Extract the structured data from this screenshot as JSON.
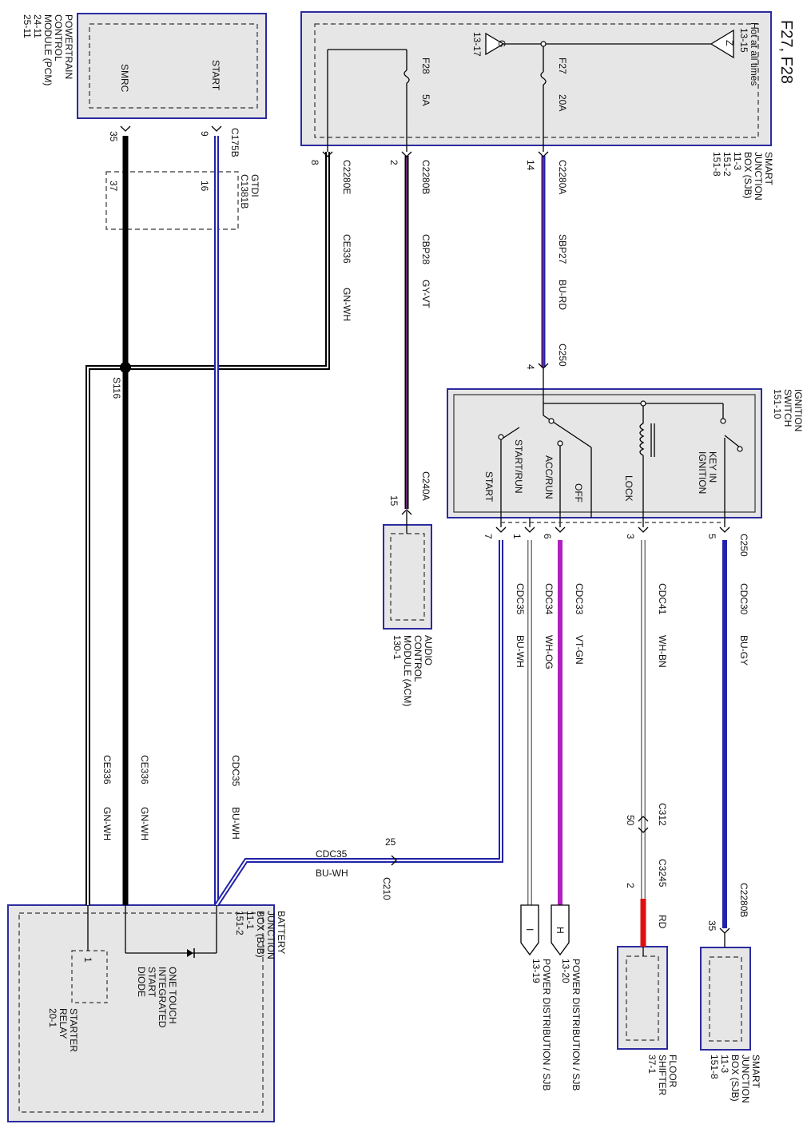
{
  "title": "F27, F28",
  "sjb_top": {
    "name_lines": [
      "SMART",
      "JUNCTION",
      "BOX (SJB)",
      "11-3",
      "151-2",
      "151-8"
    ],
    "hot_label": "Hot at all times",
    "hot_ref": "13-15",
    "hot_letter": "Z",
    "ground_letter": "G",
    "ground_ref": "13-17",
    "fuse_f28": "F28",
    "fuse_f28_amp": "5A",
    "fuse_f27": "F27",
    "fuse_f27_amp": "20A"
  },
  "pcm": {
    "name_lines": [
      "POWERTRAIN",
      "CONTROL",
      "MODULE (PCM)",
      "24-11",
      "25-11"
    ],
    "pin_start": "START",
    "pin_smrc": "SMRC",
    "connector": "C175B",
    "pin_9": "9",
    "pin_35": "35"
  },
  "gtdi": {
    "label": "GTDI",
    "connector": "C1381B",
    "pin_16": "16",
    "pin_37": "37"
  },
  "sjb_connectors": {
    "c2280e": "C2280E",
    "c2280e_pin": "8",
    "c2280b": "C2280B",
    "c2280b_pin": "2",
    "c2280a": "C2280A",
    "c2280a_pin": "14"
  },
  "wires": {
    "ce336_1": "CE336",
    "ce336_1_color": "GN-WH",
    "cbp28": "CBP28",
    "cbp28_color": "GY-VT",
    "sbp27": "SBP27",
    "sbp27_color": "BU-RD",
    "cdc30": "CDC30",
    "cdc30_color": "BU-GY",
    "cdc41": "CDC41",
    "cdc41_color": "WH-BN",
    "cdc33": "CDC33",
    "cdc33_color": "VT-GN",
    "cdc34": "CDC34",
    "cdc34_color": "WH-OG",
    "cdc35a": "CDC35",
    "cdc35a_color": "BU-WH",
    "cdc35b": "CDC35",
    "cdc35b_color": "BU-WH",
    "ce336_2": "CE336",
    "ce336_2_color": "GN-WH",
    "ce336_3": "CE336",
    "ce336_3_color": "GN-WH",
    "cdc35c": "CDC35",
    "cdc35c_color": "BU-WH",
    "rd": "RD"
  },
  "splice": "S116",
  "c250_top": "C250",
  "c250_top_pin": "4",
  "ignition": {
    "name_lines": [
      "IGNITION",
      "SWITCH",
      "151-10"
    ],
    "key_in": [
      "KEY IN",
      "IGNITION"
    ],
    "lock": "LOCK",
    "off": "OFF",
    "accrun": "ACC/RUN",
    "startrun": "START/RUN",
    "start": "START",
    "c250": "C250",
    "pin5": "5",
    "pin3": "3",
    "pin6": "6",
    "pin1": "1",
    "pin7": "7"
  },
  "acm": {
    "connector": "C240A",
    "pin": "15",
    "name_lines": [
      "AUDIO",
      "CONTROL",
      "MODULE (ACM)",
      "130-1"
    ]
  },
  "c312": "C312",
  "c312_pin": "50",
  "c3245": "C3245",
  "c3245_pin": "2",
  "c2280b_low": "C2280B",
  "c2280b_low_pin": "35",
  "c210": "C210",
  "c210_pin": "25",
  "floor_shifter": [
    "FLOOR",
    "SHIFTER",
    "37-1"
  ],
  "sjb_bottom": [
    "SMART",
    "JUNCTION",
    "BOX (SJB)",
    "11-3",
    "151-8"
  ],
  "power_dist_h": {
    "letter": "H",
    "lines": [
      "POWER DISTRIBUTION / SJB",
      "13-20"
    ]
  },
  "power_dist_i": {
    "letter": "I",
    "lines": [
      "POWER DISTRIBUTION / SJB",
      "13-19"
    ]
  },
  "bjb": {
    "name_lines": [
      "BATTERY",
      "JUNCTION",
      "BOX (BJB)",
      "11-1",
      "151-2"
    ],
    "diode_lines": [
      "ONE TOUCH",
      "INTEGRATED",
      "START",
      "DIODE"
    ],
    "relay_lines": [
      "STARTER",
      "RELAY",
      "20-1"
    ],
    "relay_pin": "1"
  },
  "colors": {
    "box_border": "#2b2ba0",
    "box_fill": "#e6e6e6",
    "blue_wire": "#2222aa",
    "purple_wire": "#b020c0",
    "red_wire": "#e01010",
    "black_wire": "#000000"
  }
}
